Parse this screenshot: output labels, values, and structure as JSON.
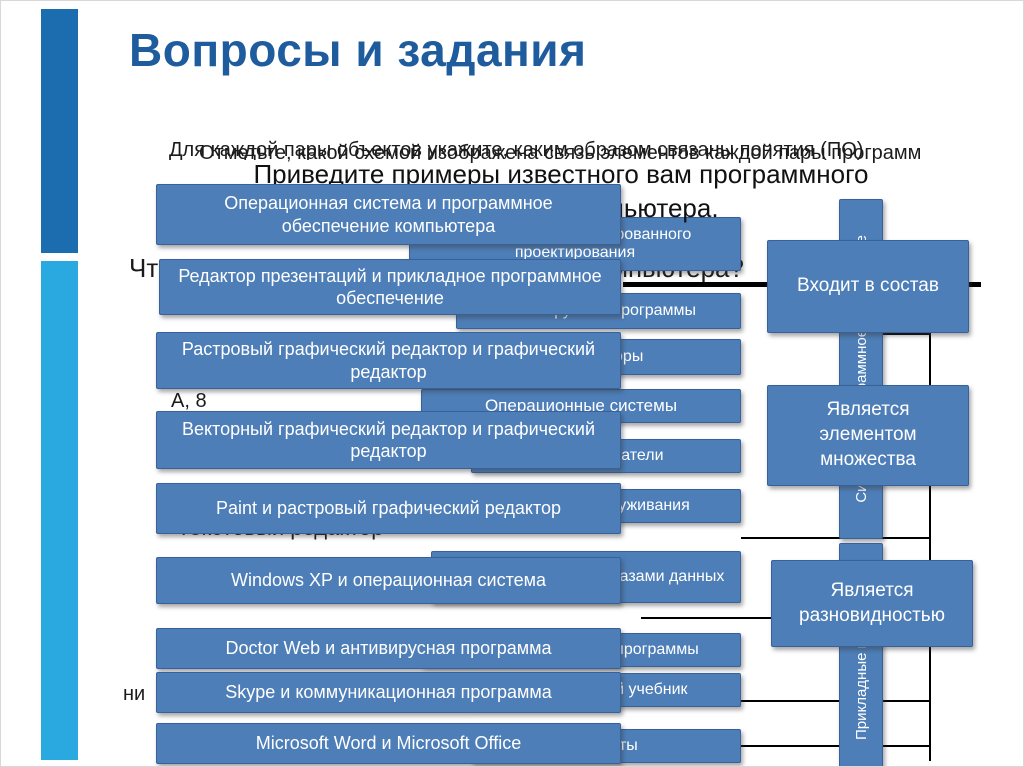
{
  "slide": {
    "title": "Вопросы и задания"
  },
  "questions": {
    "overlay1": "Для каждой пары объектов укажите, каким образом связаны понятия (ПО)",
    "overlay2": "Отметьте, какой схемой изображена связь элементов каждой пары программ",
    "prompt_line1": "Приведите примеры известного вам программного",
    "prompt_line2": "обеспечения компьютера.",
    "hidden_question": "Что такое программное обеспечение компьютера?"
  },
  "pairs": [
    "Операционная система и программное обеспечение компьютера",
    "Редактор презентаций и прикладное программное обеспечение",
    "Растровый графический редактор и графический редактор",
    "Векторный графический редактор и графический редактор",
    "Paint и растровый графический редактор",
    "Windows XP и операционная система",
    "Doctor Web и антивирусная программа",
    "Skype и коммуникационная программа",
    "Microsoft Word и Microsoft Office"
  ],
  "relations": [
    "Входит в состав",
    "Является элементом множества",
    "Является разновидностью"
  ],
  "scheme": {
    "column_labels": [
      "Системное программное обеспечение",
      "Прикладные программы"
    ],
    "items": [
      "Системы автоматизированного проектирования",
      "Антивирусные программы",
      "Архиваторы",
      "Операционные системы",
      "Проигрыватели",
      "Программы обслуживания",
      "Системы управления базами данных",
      "Коммуникационные программы",
      "Электронный учебник",
      "Утилиты"
    ],
    "fragments": {
      "f1": "А, 8",
      "f2": "Текстовый редактор",
      "f3": "ни"
    }
  },
  "colors": {
    "accent_dark_blue": "#1b6db0",
    "accent_cyan": "#2aa9e0",
    "box_blue": "#4d7eb8",
    "title_blue": "#1e5c9e"
  }
}
